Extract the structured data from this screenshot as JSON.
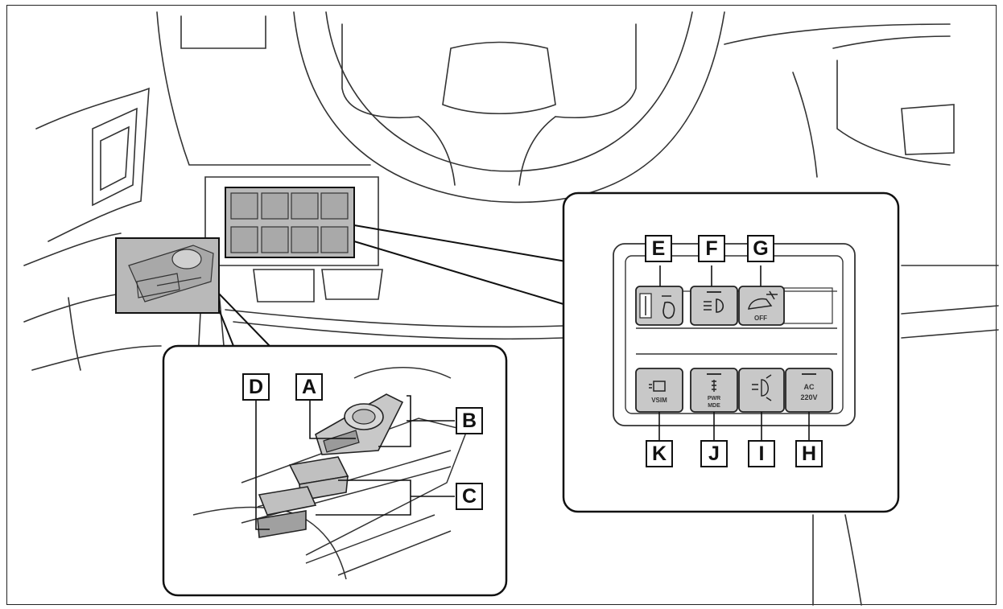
{
  "colors": {
    "line": "#222222",
    "button_fill": "#c8c8c8",
    "highlight_fill": "#b9b9b9",
    "background": "#ffffff"
  },
  "callouts": {
    "A": "A",
    "B": "B",
    "C": "C",
    "D": "D",
    "E": "E",
    "F": "F",
    "G": "G",
    "H": "H",
    "I": "I",
    "J": "J",
    "K": "K"
  },
  "buttons": {
    "g_text": "OFF",
    "h_line1": "AC",
    "h_line2": "220V",
    "j_line1": "PWR",
    "j_line2": "MDE",
    "k_text": "VSIM"
  },
  "icons": {
    "E": "headlight-leveling-icon",
    "F": "fog-light-icon",
    "G": "vehicle-alarm-off-icon",
    "H": "ac-outlet-icon",
    "I": "rear-light-icon",
    "J": "power-mode-icon",
    "K": "vehicle-sound-icon"
  }
}
